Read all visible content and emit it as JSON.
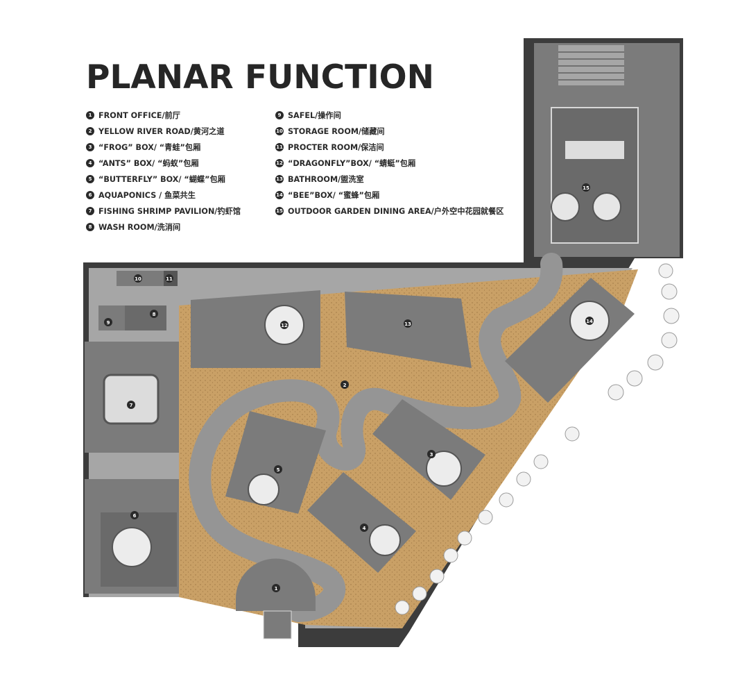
{
  "title": "PLANAR FUNCTION",
  "legend_left": [
    {
      "num": "1",
      "label": "FRONT OFFICE/前厅"
    },
    {
      "num": "2",
      "label": "YELLOW RIVER ROAD/黄河之道"
    },
    {
      "num": "3",
      "label": "“FROG” BOX/ “青蛙”包厢"
    },
    {
      "num": "4",
      "label": "“ANTS” BOX/ “蚂蚁”包厢"
    },
    {
      "num": "5",
      "label": "“BUTTERFLY” BOX/ “蝴蝶”包厢"
    },
    {
      "num": "6",
      "label": "AQUAPONICS / 鱼菜共生"
    },
    {
      "num": "7",
      "label": "FISHING SHRIMP PAVILION/钓虾馆"
    },
    {
      "num": "8",
      "label": "WASH ROOM/洗消间"
    }
  ],
  "legend_right": [
    {
      "num": "9",
      "label": "SAFEL/操作间"
    },
    {
      "num": "10",
      "label": "STORAGE ROOM/储藏间"
    },
    {
      "num": "11",
      "label": "PROCTER ROOM/保洁间"
    },
    {
      "num": "12",
      "label": "“DRAGONFLY”BOX/ “蜻蜓”包厢"
    },
    {
      "num": "13",
      "label": "BATHROOM/盥洗室"
    },
    {
      "num": "14",
      "label": "“BEE”BOX/ “蜜蜂”包厢"
    },
    {
      "num": "15",
      "label": "OUTDOOR GARDEN DINING AREA/户外空中花园就餐区"
    }
  ],
  "markers": [
    "1",
    "2",
    "3",
    "4",
    "5",
    "6",
    "7",
    "8",
    "9",
    "10",
    "11",
    "12",
    "13",
    "14",
    "15"
  ],
  "colors": {
    "wall": "#3c3c3c",
    "room": "#7b7b7b",
    "corridor": "#a6a6a6",
    "garden": "#c9a066",
    "path": "#959595",
    "tree": "#f2f2f2"
  }
}
